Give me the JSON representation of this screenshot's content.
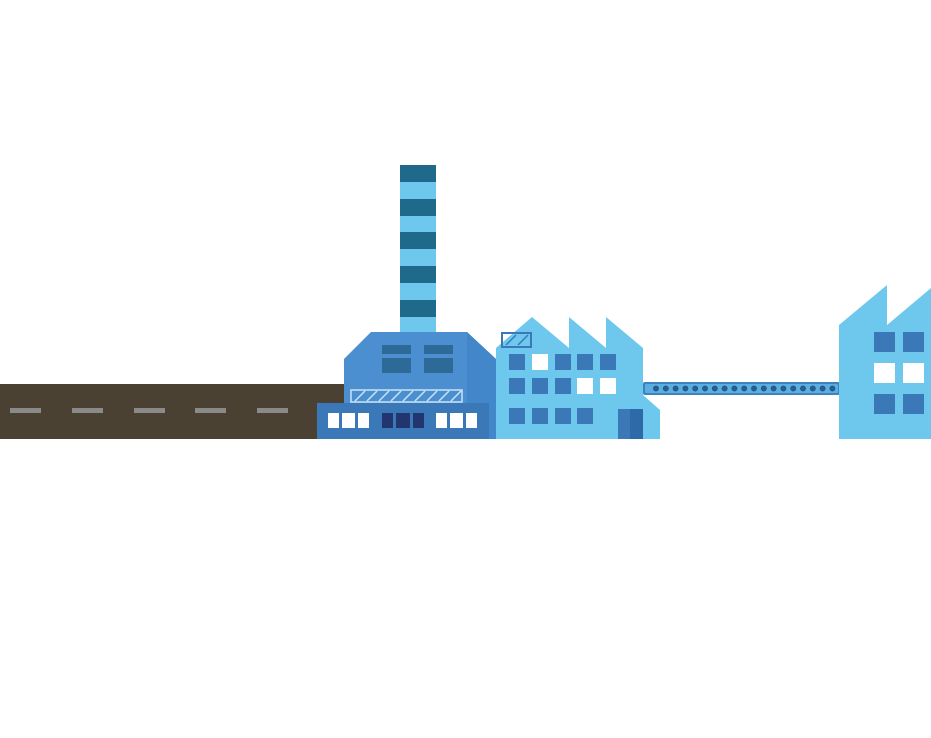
{
  "scene": {
    "description_text": "",
    "colors": {
      "road": "#4a4133",
      "road_dash": "#8a8a8a",
      "chimney_dark": "#1f6a8a",
      "chimney_light": "#6ec8ee",
      "factory_mid": "#4b8fd0",
      "factory_dark": "#3a78b8",
      "factory_light": "#6ec8ee",
      "window_dark": "#2e6a98",
      "window_navy": "#22356e",
      "window_white": "#ffffff",
      "conveyor": "#3c83bf"
    },
    "icons": [
      "road",
      "chimney",
      "main-factory",
      "sawtooth-factory",
      "conveyor-belt",
      "right-factory"
    ]
  }
}
